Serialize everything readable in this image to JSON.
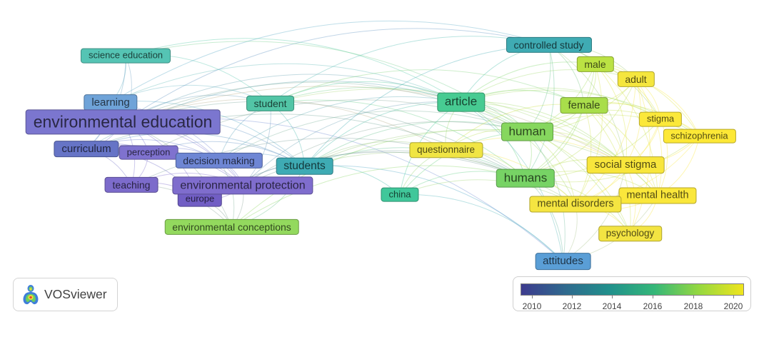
{
  "map": {
    "nodes": [
      {
        "label": "science education",
        "color": "#55c4b4"
      },
      {
        "label": "learning",
        "color": "#6fa3d8"
      },
      {
        "label": "environmental education",
        "color": "#7b76cf"
      },
      {
        "label": "curriculum",
        "color": "#6674c6"
      },
      {
        "label": "perception",
        "color": "#7f72cf"
      },
      {
        "label": "decision making",
        "color": "#6e86d4"
      },
      {
        "label": "teaching",
        "color": "#7c6bcb"
      },
      {
        "label": "environmental protection",
        "color": "#7f6dcd"
      },
      {
        "label": "europe",
        "color": "#715ec4"
      },
      {
        "label": "student",
        "color": "#52c5a6"
      },
      {
        "label": "students",
        "color": "#3eabb4"
      },
      {
        "label": "environmental conceptions",
        "color": "#93d95e"
      },
      {
        "label": "china",
        "color": "#40c79a"
      },
      {
        "label": "questionnaire",
        "color": "#f0e544"
      },
      {
        "label": "article",
        "color": "#47cb92"
      },
      {
        "label": "controlled study",
        "color": "#3fabb3"
      },
      {
        "label": "male",
        "color": "#bbe243"
      },
      {
        "label": "adult",
        "color": "#f5e63e"
      },
      {
        "label": "female",
        "color": "#a9de4b"
      },
      {
        "label": "human",
        "color": "#86d75e"
      },
      {
        "label": "stigma",
        "color": "#fbe83a"
      },
      {
        "label": "schizophrenia",
        "color": "#fde836"
      },
      {
        "label": "humans",
        "color": "#77d365"
      },
      {
        "label": "social stigma",
        "color": "#f8e63c"
      },
      {
        "label": "mental health",
        "color": "#fae73b"
      },
      {
        "label": "mental disorders",
        "color": "#f5e541"
      },
      {
        "label": "psychology",
        "color": "#f3e442"
      },
      {
        "label": "attitudes",
        "color": "#5a9ed6"
      }
    ]
  },
  "logo": {
    "text": "VOSviewer",
    "icon": "vosviewer-logo-icon"
  },
  "legend": {
    "ticks": [
      "2010",
      "2012",
      "2014",
      "2016",
      "2018",
      "2020"
    ],
    "scale_colors": [
      "#3d3b8e",
      "#2f6a8e",
      "#21918c",
      "#35b779",
      "#95d840",
      "#f0e51d"
    ]
  }
}
